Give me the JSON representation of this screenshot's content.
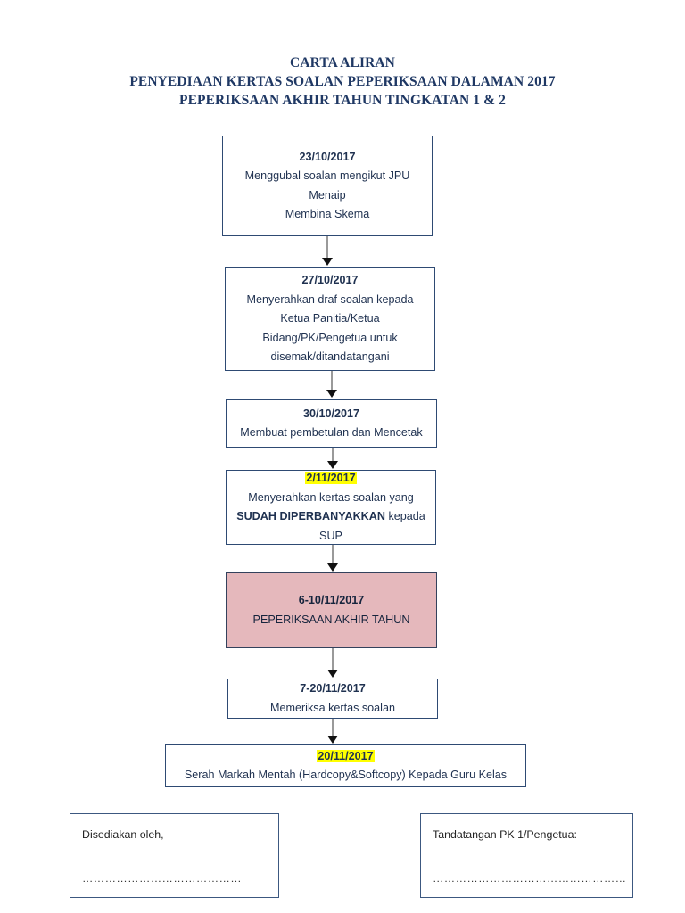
{
  "document": {
    "title_lines": [
      "CARTA ALIRAN",
      "PENYEDIAAN KERTAS SOALAN PEPERIKSAAN DALAMAN 2017",
      "PEPERIKSAAN AKHIR TAHUN TINGKATAN 1 & 2"
    ]
  },
  "colors": {
    "title_text": "#1f3864",
    "box_border": "#2e4a73",
    "box_text": "#1f3150",
    "highlight": "#ffff00",
    "exam_box_fill": "#e5b8bc",
    "arrow_stem": "#9a9a9a",
    "arrow_head": "#111111"
  },
  "flow_steps": [
    {
      "id": "step-1",
      "date": "23/10/2017",
      "date_highlighted": false,
      "lines": [
        "Menggubal soalan mengikut JPU",
        "Menaip",
        "Membina Skema"
      ],
      "fill": "white"
    },
    {
      "id": "step-2",
      "date": "27/10/2017",
      "date_highlighted": false,
      "lines": [
        "Menyerahkan draf soalan kepada",
        "Ketua Panitia/Ketua",
        "Bidang/PK/Pengetua untuk",
        "disemak/ditandatangani"
      ],
      "fill": "white"
    },
    {
      "id": "step-3",
      "date": "30/10/2017",
      "date_highlighted": false,
      "lines": [
        "Membuat pembetulan dan Mencetak"
      ],
      "fill": "white"
    },
    {
      "id": "step-4",
      "date": "2/11/2017",
      "date_highlighted": true,
      "lines": [
        "Menyerahkan kertas soalan yang",
        "SUDAH DIPERBANYAKKAN kepada",
        "SUP"
      ],
      "bold_fragment": "SUDAH DIPERBANYAKKAN",
      "fill": "white"
    },
    {
      "id": "step-5",
      "date": "6-10/11/2017",
      "date_highlighted": false,
      "lines": [
        "PEPERIKSAAN AKHIR TAHUN"
      ],
      "fill": "pink"
    },
    {
      "id": "step-6",
      "date": "7-20/11/2017",
      "date_highlighted": false,
      "lines": [
        "Memeriksa kertas soalan"
      ],
      "fill": "white"
    },
    {
      "id": "step-7",
      "date": "20/11/2017",
      "date_highlighted": true,
      "lines": [
        "Serah Markah Mentah (Hardcopy&Softcopy) Kepada Guru Kelas"
      ],
      "fill": "white"
    }
  ],
  "signature_blocks": [
    {
      "id": "prepared-by",
      "label": "Disediakan oleh,",
      "dots": "……………………………………"
    },
    {
      "id": "signature-pk-principal",
      "label": "Tandatangan PK 1/Pengetua:",
      "dots": "……………………………………………"
    }
  ]
}
